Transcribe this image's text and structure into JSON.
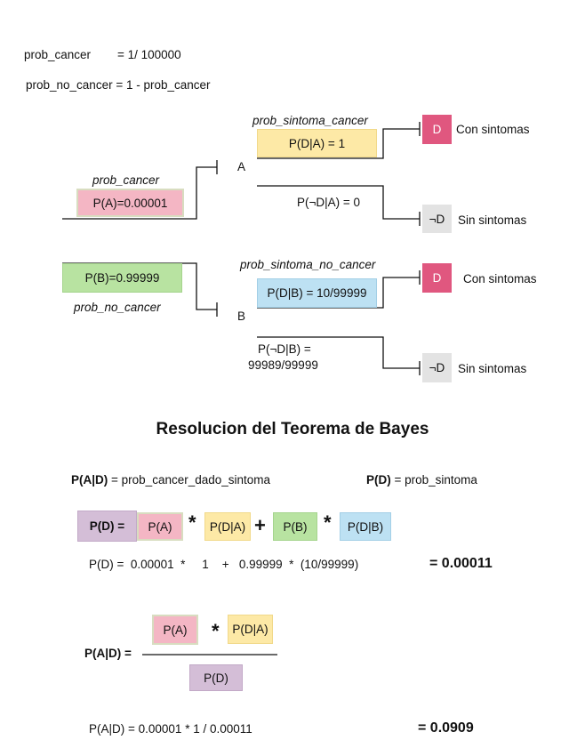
{
  "defs": {
    "line1_name": "prob_cancer",
    "line1_value": "=  1/ 100000",
    "line2": "prob_no_cancer =  1 - prob_cancer"
  },
  "tree": {
    "branch_a": {
      "top_label": "prob_cancer",
      "box": "P(A)=0.00001",
      "node": "A"
    },
    "branch_b": {
      "box": "P(B)=0.99999",
      "bottom_label": "prob_no_cancer",
      "node": "B"
    },
    "a_sym": {
      "label": "prob_sintoma_cancer",
      "box": "P(D|A) = 1",
      "leaf": "D",
      "leaf_text": "Con sintomas"
    },
    "a_nosym": {
      "text": "P(¬D|A) = 0",
      "leaf": "¬D",
      "leaf_text": "Sin sintomas"
    },
    "b_sym": {
      "label": "prob_sintoma_no_cancer",
      "box": "P(D|B) = 10/99999",
      "leaf": "D",
      "leaf_text": "Con sintomas"
    },
    "b_nosym": {
      "text_line1": "P(¬D|B) =",
      "text_line2": "99989/99999",
      "leaf": "¬D",
      "leaf_text": "Sin sintomas"
    }
  },
  "colors": {
    "yellow": "#fde9a6",
    "pink": "#f4b6c4",
    "green": "#b8e3a1",
    "blue": "#bde1f3",
    "purple": "#d4bed7",
    "leaf_red": "#e0577f",
    "leaf_gray": "#e3e3e3"
  },
  "bayes": {
    "title": "Resolucion del Teorema de Bayes",
    "def_pad_bold": "P(A|D)",
    "def_pad_rest": " = prob_cancer_dado_sintoma",
    "def_pd_bold": "P(D)",
    "def_pd_rest": " = prob_sintoma",
    "pd_label": "P(D) =",
    "pa": "P(A)",
    "star1": "*",
    "pda": "P(D|A)",
    "plus": "+",
    "pb": "P(B)",
    "star2": "*",
    "pdb": "P(D|B)",
    "pd_calc": "P(D) =  0.00001  *     1    +   0.99999  *  (10/99999)",
    "pd_result": "= 0.00011",
    "frac_label": "P(A|D) =",
    "num_pa": "P(A)",
    "num_star": "*",
    "num_pda": "P(D|A)",
    "den_pd": "P(D)",
    "pad_calc": "P(A|D) = 0.00001 * 1  / 0.00011",
    "pad_result": "= 0.0909"
  }
}
